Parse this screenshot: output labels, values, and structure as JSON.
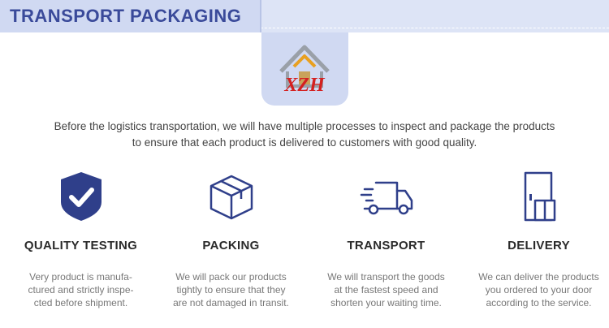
{
  "header": {
    "title": "TRANSPORT PACKAGING"
  },
  "logo": {
    "text": "XZH"
  },
  "intro": {
    "lines": [
      "Before the logistics transportation, we will have multiple processes to inspect and package the products",
      "to ensure that each product is delivered to customers with good quality."
    ]
  },
  "features": [
    {
      "icon": "shield-check-icon",
      "title": "QUALITY TESTING",
      "lines": [
        "Very product is manufa-",
        "ctured and strictly inspe-",
        "cted before shipment."
      ]
    },
    {
      "icon": "box-icon",
      "title": "PACKING",
      "lines": [
        "We will pack our products",
        "tightly to ensure that they",
        "are not damaged in transit."
      ]
    },
    {
      "icon": "truck-icon",
      "title": "TRANSPORT",
      "lines": [
        "We will transport the goods",
        "at the fastest speed and",
        "shorten your waiting time."
      ]
    },
    {
      "icon": "door-delivery-icon",
      "title": "DELIVERY",
      "lines": [
        "We can deliver the products",
        "you ordered to your door",
        "according to the service."
      ]
    }
  ],
  "colors": {
    "accent": "#3a4a9a",
    "header_bg": "#dde4f6",
    "icon": "#2f3f8a",
    "logo_red": "#d42020"
  }
}
